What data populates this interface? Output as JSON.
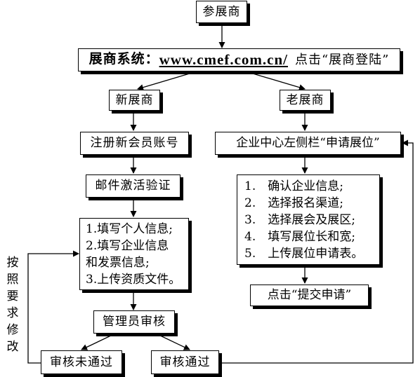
{
  "nodes": {
    "exhibitor": "参展商",
    "system_prefix": "展商系统：",
    "system_url": "www.cmef.com.cn/",
    "system_suffix": "点击“展商登陆”",
    "new_exhibitor": "新展商",
    "old_exhibitor": "老展商",
    "register": "注册新会员账号",
    "email_verify": "邮件激活验证",
    "fill_form": [
      "1.填写个人信息;",
      "2.填写企业信息",
      "和发票信息;",
      "3.上传资质文件。"
    ],
    "admin_review": "管理员审核",
    "rejected": "审核未通过",
    "approved": "审核通过",
    "enterprise_center": "企业中心左侧栏“申请展位”",
    "booth_steps": [
      "1.　确认企业信息;",
      "2.　选择报名渠道;",
      "3.　选择展会及展区;",
      "4.　填写展位长和宽;",
      "5.　上传展位申请表。"
    ],
    "submit": "点击“提交申请”"
  },
  "side_label": [
    "按",
    "照",
    "要",
    "求",
    "修",
    "改"
  ]
}
